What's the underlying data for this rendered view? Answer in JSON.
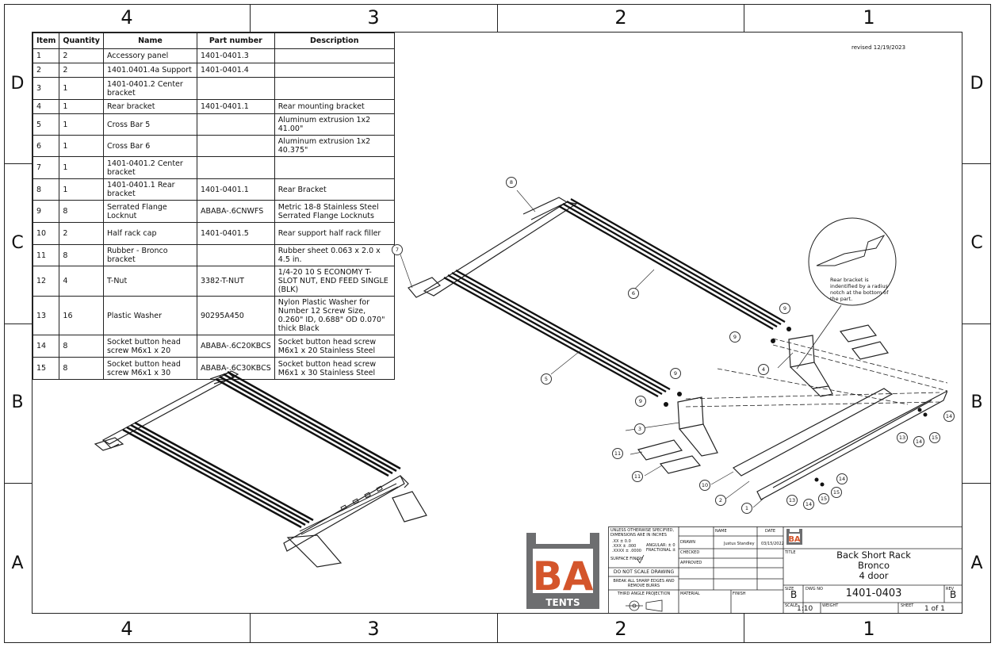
{
  "zones": {
    "columns": [
      "4",
      "3",
      "2",
      "1"
    ],
    "rows": [
      "D",
      "C",
      "B",
      "A"
    ]
  },
  "bom": {
    "headers": [
      "Item",
      "Quantity",
      "Name",
      "Part number",
      "Description"
    ],
    "rows": [
      {
        "item": "1",
        "qty": "2",
        "name": "Accessory panel",
        "part": "1401-0401.3",
        "desc": ""
      },
      {
        "item": "2",
        "qty": "2",
        "name": "1401.0401.4a Support",
        "part": "1401-0401.4",
        "desc": ""
      },
      {
        "item": "3",
        "qty": "1",
        "name": "1401-0401.2 Center bracket",
        "part": "",
        "desc": ""
      },
      {
        "item": "4",
        "qty": "1",
        "name": "Rear bracket",
        "part": "1401-0401.1",
        "desc": "Rear mounting bracket"
      },
      {
        "item": "5",
        "qty": "1",
        "name": "Cross Bar 5",
        "part": "",
        "desc": "Aluminum extrusion 1x2 41.00\""
      },
      {
        "item": "6",
        "qty": "1",
        "name": "Cross Bar 6",
        "part": "",
        "desc": "Aluminum extrusion 1x2 40.375\""
      },
      {
        "item": "7",
        "qty": "1",
        "name": "1401-0401.2 Center bracket",
        "part": "",
        "desc": ""
      },
      {
        "item": "8",
        "qty": "1",
        "name": "1401-0401.1 Rear bracket",
        "part": "1401-0401.1",
        "desc": "Rear Bracket"
      },
      {
        "item": "9",
        "qty": "8",
        "name": "Serrated Flange Locknut",
        "part": "ABABA-.6CNWFS",
        "desc": "Metric 18-8 Stainless Steel Serrated Flange Locknuts"
      },
      {
        "item": "10",
        "qty": "2",
        "name": "Half rack cap",
        "part": "1401-0401.5",
        "desc": "Rear support half rack filler"
      },
      {
        "item": "11",
        "qty": "8",
        "name": "Rubber - Bronco bracket",
        "part": "",
        "desc": "Rubber sheet 0.063 x 2.0 x 4.5 in."
      },
      {
        "item": "12",
        "qty": "4",
        "name": "T-Nut",
        "part": "3382-T-NUT",
        "desc": "1/4-20 10 S ECONOMY T-SLOT NUT, END FEED SINGLE (BLK)"
      },
      {
        "item": "13",
        "qty": "16",
        "name": "Plastic Washer",
        "part": "90295A450",
        "desc": "Nylon Plastic Washer for Number 12 Screw Size, 0.260\" ID, 0.688\" OD 0.070\" thick Black"
      },
      {
        "item": "14",
        "qty": "8",
        "name": "Socket button head screw M6x1 x 20",
        "part": "ABABA-.6C20KBCS",
        "desc": "Socket button head screw M6x1 x 20 Stainless Steel"
      },
      {
        "item": "15",
        "qty": "8",
        "name": "Socket button head screw M6x1 x 30",
        "part": "ABABA-.6C30KBCS",
        "desc": "Socket button head screw M6x1 x 30 Stainless Steel"
      }
    ]
  },
  "revised": "revised 12/19/2023",
  "detail_note": "Rear bracket is indentified by a radius notch at the bottom of the part.",
  "callouts": [
    "8",
    "7",
    "6",
    "9",
    "9",
    "4",
    "5",
    "9",
    "9",
    "3",
    "11",
    "11",
    "10",
    "2",
    "1",
    "13",
    "14",
    "15",
    "14",
    "13",
    "14",
    "15",
    "15",
    "14"
  ],
  "logo": {
    "letters": "BA",
    "word": "TENTS",
    "colors": {
      "frame": "#6d6e70",
      "accent": "#d4552b"
    }
  },
  "title_block": {
    "tolerance_note": "UNLESS OTHERWISE SPECIFIED, DIMENSIONS ARE IN INCHES",
    "tol_lines": [
      ".XX ± 0.0",
      ".XXX ± .000",
      ".XXXX ± .0000"
    ],
    "angular": "ANGULAR: ± 0",
    "fractional": "FRACTIONAL ±",
    "surface_finish": "SURFACE FINISH",
    "do_not_scale": "DO NOT SCALE DRAWING",
    "break_edges": "BREAK ALL SHARP EDGES AND REMOVE BURRS",
    "projection": "THIRD ANGLE PROJECTION",
    "name_hdr": "NAME",
    "date_hdr": "DATE",
    "drawn": "DRAWN",
    "drawn_name": "Justus Standley",
    "drawn_date": "03/15/2022",
    "checked": "CHECKED",
    "approved": "APPROVED",
    "material": "MATERIAL",
    "finish": "FINISH",
    "title_label": "TITLE",
    "title_lines": [
      "Back Short Rack",
      "Bronco",
      "4 door"
    ],
    "size_label": "SIZE",
    "size": "B",
    "dwg_label": "DWG NO",
    "dwg_no": "1401-0403",
    "rev_label": "REV",
    "rev": "B",
    "scale_label": "SCALE",
    "scale": "1:10",
    "weight_label": "WEIGHT",
    "sheet_label": "SHEET",
    "sheet": "1 of 1"
  }
}
